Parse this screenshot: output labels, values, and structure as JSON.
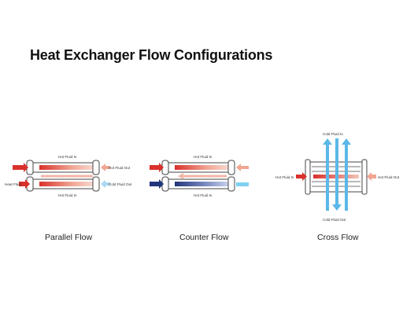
{
  "title": "Heat Exchanger Flow Configurations",
  "captions": {
    "parallel": "Parallel Flow",
    "counter": "Counter Flow",
    "cross": "Cross Flow"
  },
  "labels": {
    "parallel_hot_in_top": "Hot Fluid In",
    "parallel_hot_out": "Hot Fluid Out",
    "parallel_heat_fluid": "Heat Fluid",
    "parallel_cold_out": "Cold Fluid Out",
    "parallel_hot_in_bottom": "Hot Fluid In",
    "counter_hot_in_top": "Hot Fluid In",
    "counter_hot_in_bottom": "Hot Fluid In",
    "cross_cold_in_top": "Cold Fluid In",
    "cross_hot_in": "Hot Fluid In",
    "cross_hot_out": "Hot Fluid Out",
    "cross_cold_out": "Cold Fluid Out"
  },
  "colors": {
    "hot": "#d9312b",
    "cold": "#5bb8e8",
    "dark_blue": "#23357a",
    "pipe_outline": "#444444"
  }
}
